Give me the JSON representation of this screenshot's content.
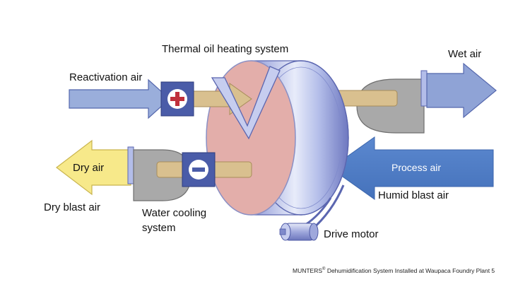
{
  "labels": {
    "thermal_oil": "Thermal oil heating system",
    "wet_air": "Wet air",
    "reactivation_air": "Reactivation air",
    "dry_air": "Dry air",
    "process_air": "Process air",
    "humid_blast_air": "Humid blast air",
    "dry_blast_air": "Dry blast air",
    "water_cooling_line1": "Water cooling",
    "water_cooling_line2": "system",
    "drive_motor": "Drive motor"
  },
  "caption": {
    "brand": "MUNTERS",
    "mark": "®",
    "text": " Dehumidification System Installed at Waupaca Foundry Plant 5"
  },
  "symbols": {
    "heat": "plus-icon",
    "cool": "minus-icon"
  },
  "colors": {
    "heater_box": "#4a5ca8",
    "heater_plus": "#c0303c",
    "reactivation_arrow": "#9aaedb",
    "wet_air_arrow": "#8fa3d6",
    "process_air_arrow": "#4f7cc4",
    "dry_air_arrow": "#f7e98a",
    "duct": "#d9c08f",
    "fan": "#a9a9a9",
    "wheel_face": "#e3aeaa",
    "wheel_rim": "#a8b4e6"
  }
}
